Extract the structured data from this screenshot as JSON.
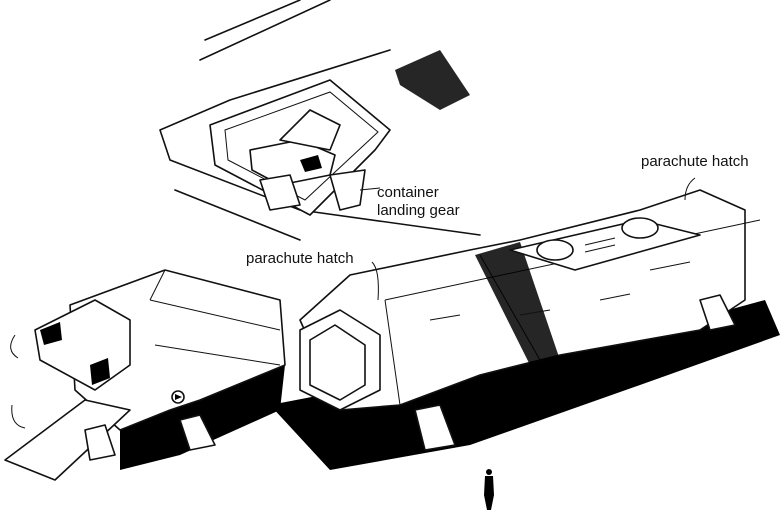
{
  "labels": {
    "landing_gear_line1": "container",
    "landing_gear_line2": "landing gear",
    "parachute_hatch_right": "parachute hatch",
    "parachute_hatch_middle": "parachute hatch"
  }
}
